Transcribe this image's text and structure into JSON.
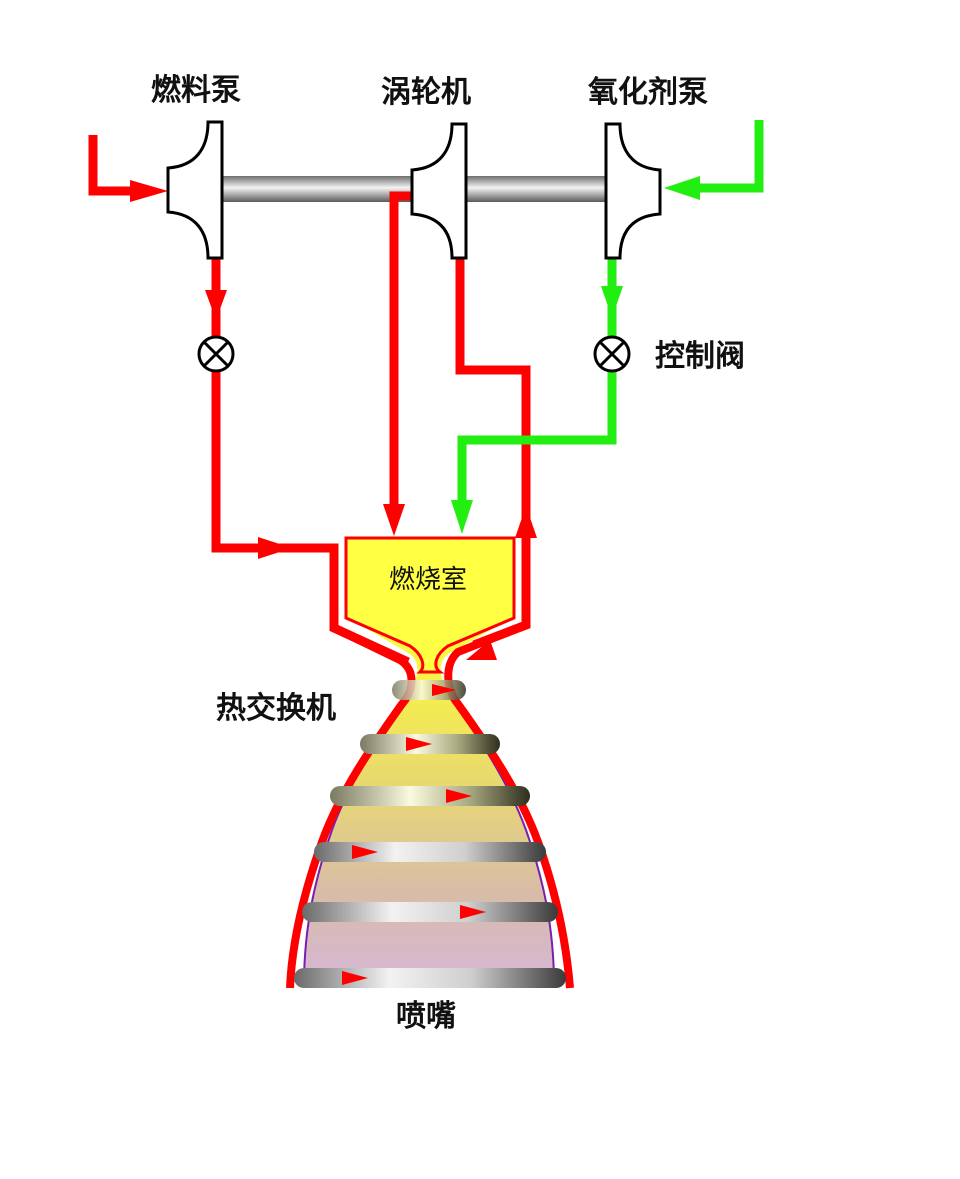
{
  "labels": {
    "fuel_pump": "燃料泵",
    "turbine": "涡轮机",
    "oxidizer_pump": "氧化剂泵",
    "control_valve": "控制阀",
    "combustion_chamber": "燃烧室",
    "heat_exchanger": "热交换机",
    "nozzle": "喷嘴"
  },
  "colors": {
    "fuel_line": "#ff0000",
    "oxidizer_line": "#22ee11",
    "chamber_fill": "#ffff44",
    "nozzle_edge": "#7a1fb0",
    "shaft": "#9a9a9a"
  },
  "icons": {
    "valve": "valve-cross-circle-icon",
    "pump": "pump-housing-icon",
    "arrow": "flow-arrow-icon"
  }
}
